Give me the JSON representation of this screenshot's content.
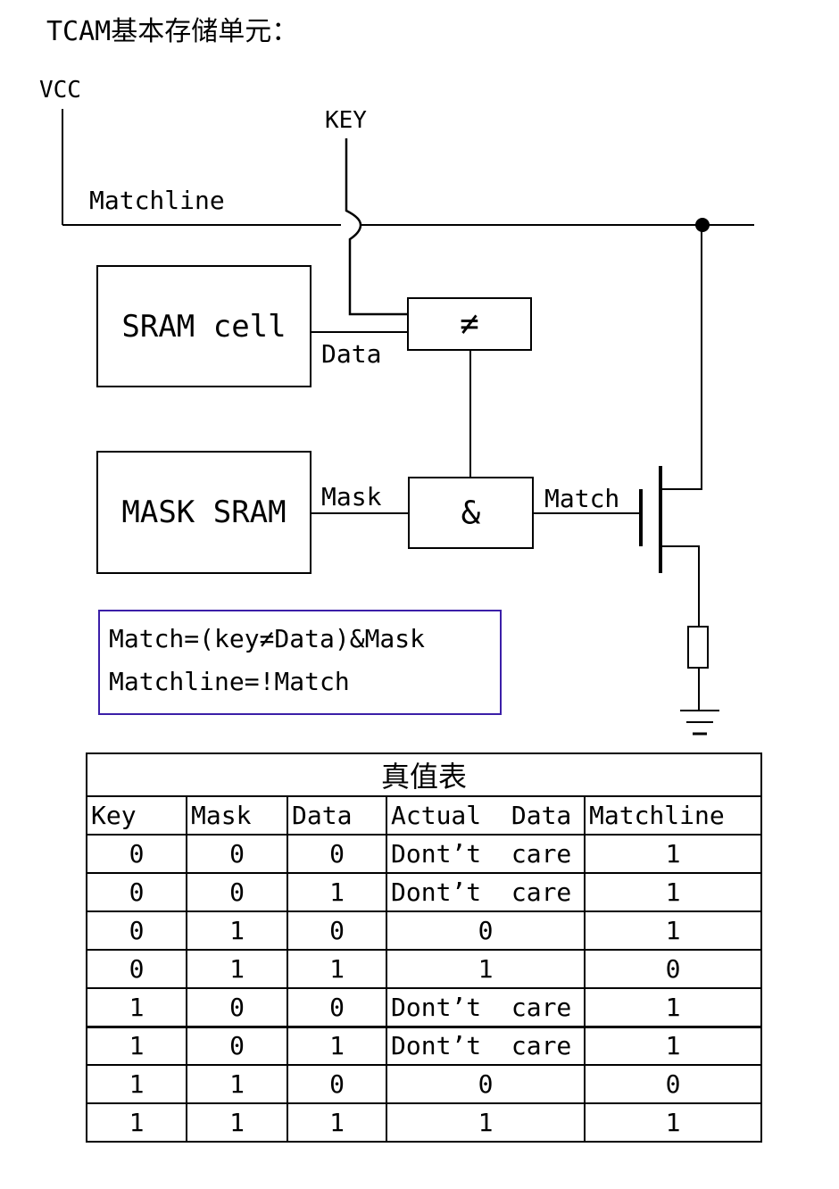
{
  "title": "TCAM基本存储单元：",
  "circuit": {
    "vcc_label": "VCC",
    "key_label": "KEY",
    "matchline_label": "Matchline",
    "sram_cell_label": "SRAM cell",
    "data_label": "Data",
    "xor_symbol": "≠",
    "mask_sram_label": "MASK SRAM",
    "mask_label": "Mask",
    "and_symbol": "&",
    "match_label": "Match"
  },
  "formula": {
    "line1": "Match=(key≠Data)&Mask",
    "line2": "Matchline=!Match"
  },
  "truth_table": {
    "title": "真值表",
    "columns": [
      "Key",
      "Mask",
      "Data",
      "Actual  Data",
      "Matchline"
    ],
    "rows": [
      [
        "0",
        "0",
        "0",
        "Dont’t  care",
        "1"
      ],
      [
        "0",
        "0",
        "1",
        "Dont’t  care",
        "1"
      ],
      [
        "0",
        "1",
        "0",
        "0",
        "1"
      ],
      [
        "0",
        "1",
        "1",
        "1",
        "0"
      ],
      [
        "1",
        "0",
        "0",
        "Dont’t  care",
        "1"
      ],
      [
        "1",
        "0",
        "1",
        "Dont’t  care",
        "1"
      ],
      [
        "1",
        "1",
        "0",
        "0",
        "0"
      ],
      [
        "1",
        "1",
        "1",
        "1",
        "1"
      ]
    ]
  }
}
